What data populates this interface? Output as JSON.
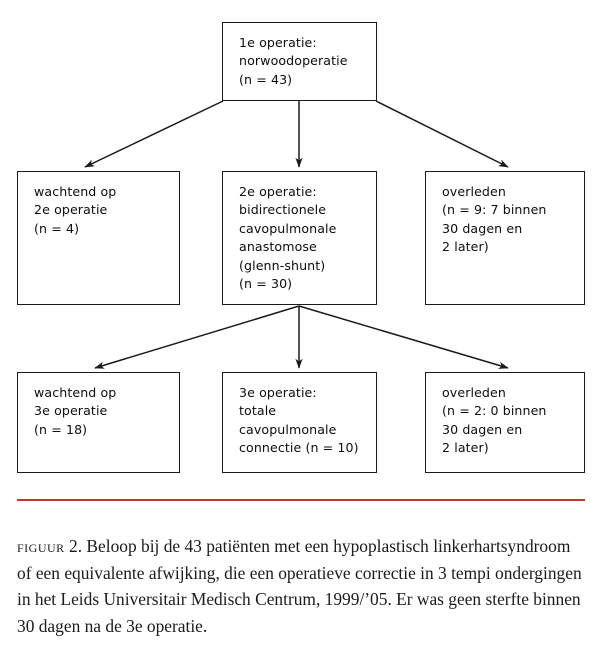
{
  "figure": {
    "accent_color": "#c0392f",
    "box_border_color": "#1a1a1a",
    "arrow_color": "#1a1a1a",
    "background": "#ffffff"
  },
  "chart_data": {
    "type": "diagram",
    "diagram_kind": "flowchart",
    "title": "FIGUUR 2. Beloop bij de 43 patiënten met een hypoplastisch linkerhartsyndroom of een equivalente afwijking, die een operatieve correctie in 3 tempi ondergingen in het Leids Universitair Medisch Centrum, 1999/'05. Er was geen sterfte binnen 30 dagen na de 3e operatie.",
    "nodes": [
      {
        "id": "root",
        "row": 1,
        "column": "center",
        "text": "1e operatie:\nnorwoodoperatie\n(n = 43)",
        "n": 43
      },
      {
        "id": "wait2",
        "row": 2,
        "column": "left",
        "text": "wachtend op\n2e operatie\n (n = 4)",
        "n": 4
      },
      {
        "id": "op2",
        "row": 2,
        "column": "center",
        "text": "2e operatie:\nbidirectionele\ncavopulmonale\nanastomose\n(glenn-shunt)\n(n = 30)",
        "n": 30
      },
      {
        "id": "dead2",
        "row": 2,
        "column": "right",
        "text": "overleden\n(n = 9: 7 binnen\n30 dagen en\n2 later)",
        "n": 9
      },
      {
        "id": "wait3",
        "row": 3,
        "column": "left",
        "text": "wachtend op\n3e operatie\n (n = 18)",
        "n": 18
      },
      {
        "id": "op3",
        "row": 3,
        "column": "center",
        "text": "3e operatie:\ntotale\ncavopulmonale\nconnectie (n = 10)",
        "n": 10
      },
      {
        "id": "dead3",
        "row": 3,
        "column": "right",
        "text": "overleden\n(n = 2: 0 binnen\n30 dagen en\n2 later)",
        "n": 2
      }
    ],
    "edges": [
      {
        "from": "root",
        "to": "wait2"
      },
      {
        "from": "root",
        "to": "op2"
      },
      {
        "from": "root",
        "to": "dead2"
      },
      {
        "from": "op2",
        "to": "wait3"
      },
      {
        "from": "op2",
        "to": "op3"
      },
      {
        "from": "op2",
        "to": "dead3"
      }
    ]
  },
  "nodes": {
    "root": {
      "text": "1e operatie:\nnorwoodoperatie\n(n = 43)"
    },
    "wait2": {
      "text": "wachtend op\n2e operatie\n (n = 4)"
    },
    "op2": {
      "text": "2e operatie:\nbidirectionele\ncavopulmonale\nanastomose\n(glenn-shunt)\n(n = 30)"
    },
    "dead2": {
      "text": "overleden\n(n = 9: 7 binnen\n30 dagen en\n2 later)"
    },
    "wait3": {
      "text": "wachtend op\n3e operatie\n (n = 18)"
    },
    "op3": {
      "text": "3e operatie:\ntotale\ncavopulmonale\nconnectie (n = 10)"
    },
    "dead3": {
      "text": "overleden\n(n = 2: 0 binnen\n30 dagen en\n2 later)"
    }
  },
  "caption": {
    "label": "FIGUUR",
    "number": " 2. ",
    "body": "Beloop bij de 43 patiënten met een hypoplastisch linkerhartsyndroom of een equivalente afwijking, die een operatieve correctie in 3 tempi ondergingen in het Leids Universitair Medisch Centrum, 1999/’05. Er was geen sterfte binnen 30 dagen na de 3e operatie."
  }
}
